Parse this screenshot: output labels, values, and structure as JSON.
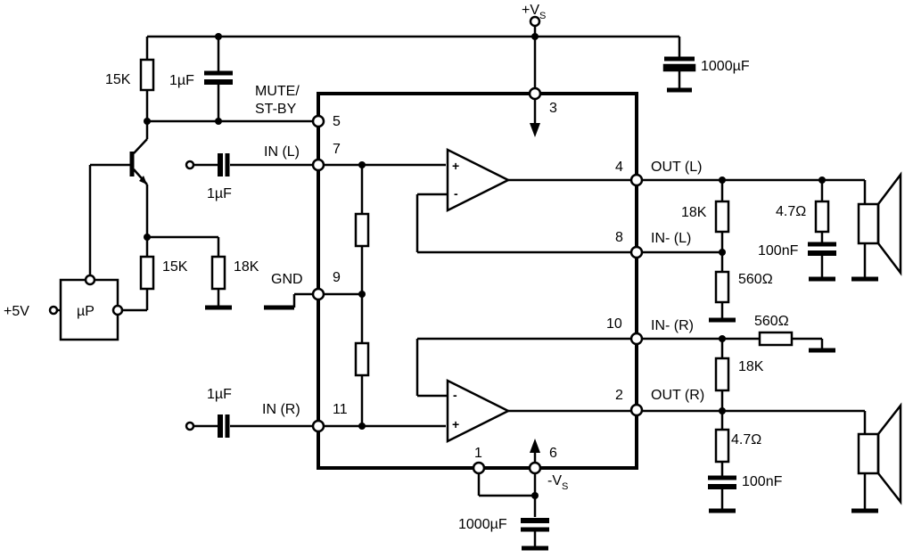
{
  "supply": {
    "positive_v": "V",
    "positive_sign": "+",
    "positive_sub": "S",
    "negative_v": "V",
    "negative_sign": "-",
    "negative_sub": "S"
  },
  "pins": {
    "mute": "5",
    "in_l": "7",
    "gnd": "9",
    "in_r": "11",
    "vs_pos": "3",
    "out_l": "4",
    "inminus_l": "8",
    "inminus_r": "10",
    "out_r": "2",
    "vs_neg_a": "1",
    "vs_neg_b": "6"
  },
  "signals": {
    "mute_line1": "MUTE/",
    "mute_line2": "ST-BY",
    "in_l": "IN (L)",
    "gnd": "GND",
    "in_r": "IN (R)",
    "out_l": "OUT (L)",
    "inminus_l": "IN- (L)",
    "inminus_r": "IN- (R)",
    "out_r": "OUT (R)"
  },
  "components": {
    "r_top_left": "15K",
    "c_top_left": "1µF",
    "c_top_right": "1000µF",
    "c_in_l": "1µF",
    "r_emitter": "15K",
    "r_base": "18K",
    "supply_5v": "+5V",
    "micro": "µP",
    "c_in_r": "1µF",
    "r_fb_l": "18K",
    "r_gnd_l": "560Ω",
    "r_zobel_l": "4.7Ω",
    "c_zobel_l": "100nF",
    "r_gnd_r": "560Ω",
    "r_fb_r": "18K",
    "r_zobel_r": "4.7Ω",
    "c_zobel_r": "100nF",
    "c_bottom": "1000µF"
  },
  "opamp_signs": {
    "l_plus": "+",
    "l_minus": "-",
    "r_minus": "-",
    "r_plus": "+"
  }
}
